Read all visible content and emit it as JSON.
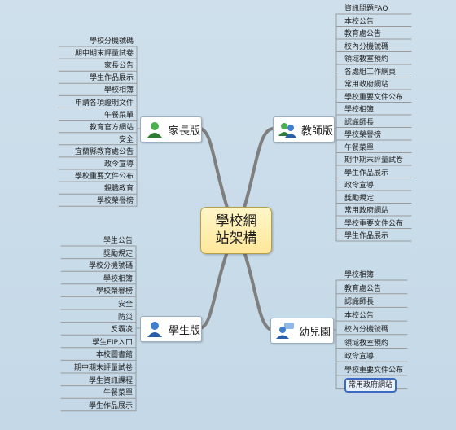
{
  "center": {
    "line1": "學校網",
    "line2": "站架構"
  },
  "branches": {
    "parents": {
      "label": "家長版",
      "icon": "single-user-icon"
    },
    "teachers": {
      "label": "教師版",
      "icon": "user-group-icon"
    },
    "students": {
      "label": "學生版",
      "icon": "single-user-icon"
    },
    "preschool": {
      "label": "幼兒園",
      "icon": "chat-users-icon"
    }
  },
  "parents_items": [
    "學校分機號碼",
    "期中期末評量試卷",
    "家長公告",
    "學生作品展示",
    "學校相簿",
    "申請各項證明文件",
    "午餐菜單",
    "教育官方網站",
    "安全",
    "宜蘭縣教育處公告",
    "政令宣導",
    "學校重要文件公布",
    "親職教育",
    "學校榮譽榜"
  ],
  "teachers_items": [
    "資訊問題FAQ",
    "本校公告",
    "教育處公告",
    "校內分機號碼",
    "領域教室預約",
    "各處組工作網頁",
    "常用政府網站",
    "學校重要文件公布",
    "學校相簿",
    "認識師長",
    "學校榮譽榜",
    "午餐菜單",
    "期中期末評量試卷",
    "學生作品展示",
    "政令宣導",
    "獎勵規定",
    "常用政府網站",
    "學校重要文件公布",
    "學生作品展示"
  ],
  "students_items": [
    "學生公告",
    "獎勵規定",
    "學校分機號碼",
    "學校相簿",
    "學校榮譽榜",
    "安全",
    "防災",
    "反霸凌",
    "學生EIP入口",
    "本校圖書館",
    "期中期末評量試卷",
    "學生資訊課程",
    "午餐菜單",
    "學生作品展示"
  ],
  "preschool_items": [
    "學校相簿",
    "教育處公告",
    "認識師長",
    "本校公告",
    "校內分機號碼",
    "領域教室預約",
    "政令宣導",
    "學校重要文件公布",
    "常用政府網站"
  ],
  "colors": {
    "connector": "#7f7f7f",
    "leaf_line": "#9a9a9a",
    "selection": "#3a6ac0",
    "center_fill": "#ffe79a"
  }
}
